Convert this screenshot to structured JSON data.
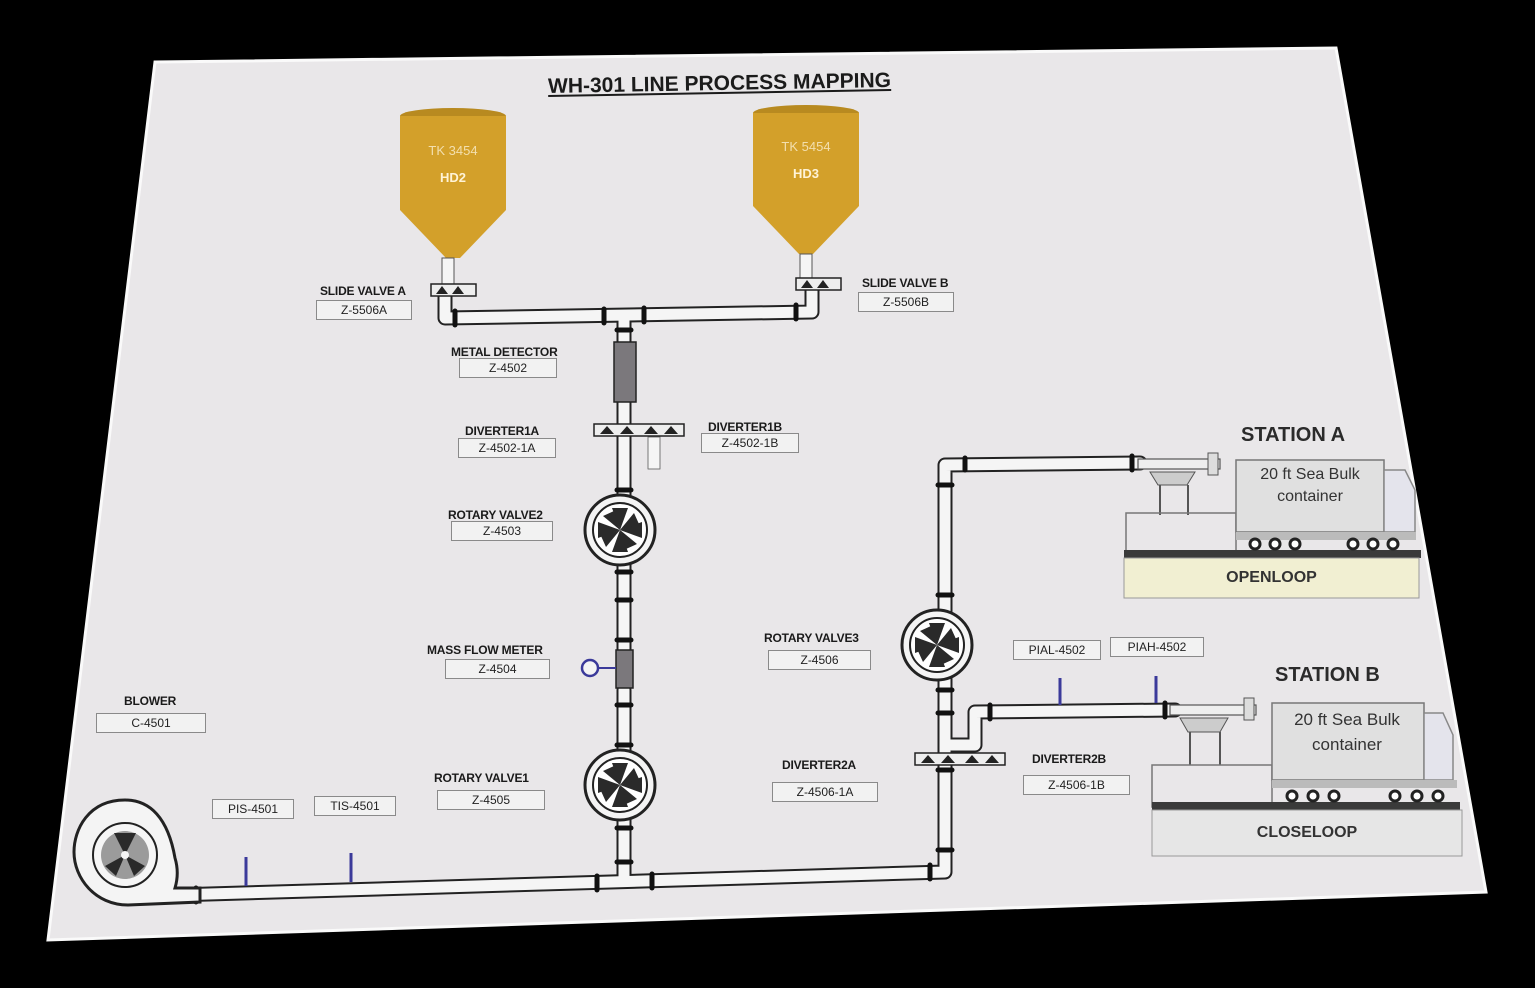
{
  "title": "WH-301 LINE PROCESS MAPPING",
  "tanks": [
    {
      "tag": "TK 3454",
      "name": "HD2"
    },
    {
      "tag": "TK 5454",
      "name": "HD3"
    }
  ],
  "equipment": {
    "slide_valve_a": {
      "label": "SLIDE VALVE A",
      "tag": "Z-5506A"
    },
    "slide_valve_b": {
      "label": "SLIDE VALVE B",
      "tag": "Z-5506B"
    },
    "metal_detector": {
      "label": "METAL DETECTOR",
      "tag": "Z-4502"
    },
    "diverter1a": {
      "label": "DIVERTER1A",
      "tag": "Z-4502-1A"
    },
    "diverter1b": {
      "label": "DIVERTER1B",
      "tag": "Z-4502-1B"
    },
    "rotary_valve2": {
      "label": "ROTARY VALVE2",
      "tag": "Z-4503"
    },
    "mass_flow_meter": {
      "label": "MASS FLOW METER",
      "tag": "Z-4504"
    },
    "rotary_valve1": {
      "label": "ROTARY VALVE1",
      "tag": "Z-4505"
    },
    "rotary_valve3": {
      "label": "ROTARY VALVE3",
      "tag": "Z-4506"
    },
    "diverter2a": {
      "label": "DIVERTER2A",
      "tag": "Z-4506-1A"
    },
    "diverter2b": {
      "label": "DIVERTER2B",
      "tag": "Z-4506-1B"
    },
    "blower": {
      "label": "BLOWER",
      "tag": "C-4501"
    },
    "pis": {
      "tag": "PIS-4501"
    },
    "tis": {
      "tag": "TIS-4501"
    },
    "pial": {
      "tag": "PIAL-4502"
    },
    "piah": {
      "tag": "PIAH-4502"
    }
  },
  "stations": {
    "a": {
      "name": "STATION A",
      "container": [
        "20 ft Sea Bulk",
        "container"
      ],
      "mode": "OPENLOOP"
    },
    "b": {
      "name": "STATION B",
      "container": [
        "20 ft Sea Bulk",
        "container"
      ],
      "mode": "CLOSELOOP"
    }
  },
  "colors": {
    "tank": "#d3a02a",
    "board": "#e9e7e9",
    "pipe": "#f4f4f4",
    "pipe_outline": "#222222",
    "instrument": "#3b3a9a",
    "openloop_band": "#f1efd2",
    "closeloop_band": "#e6e6e6"
  }
}
